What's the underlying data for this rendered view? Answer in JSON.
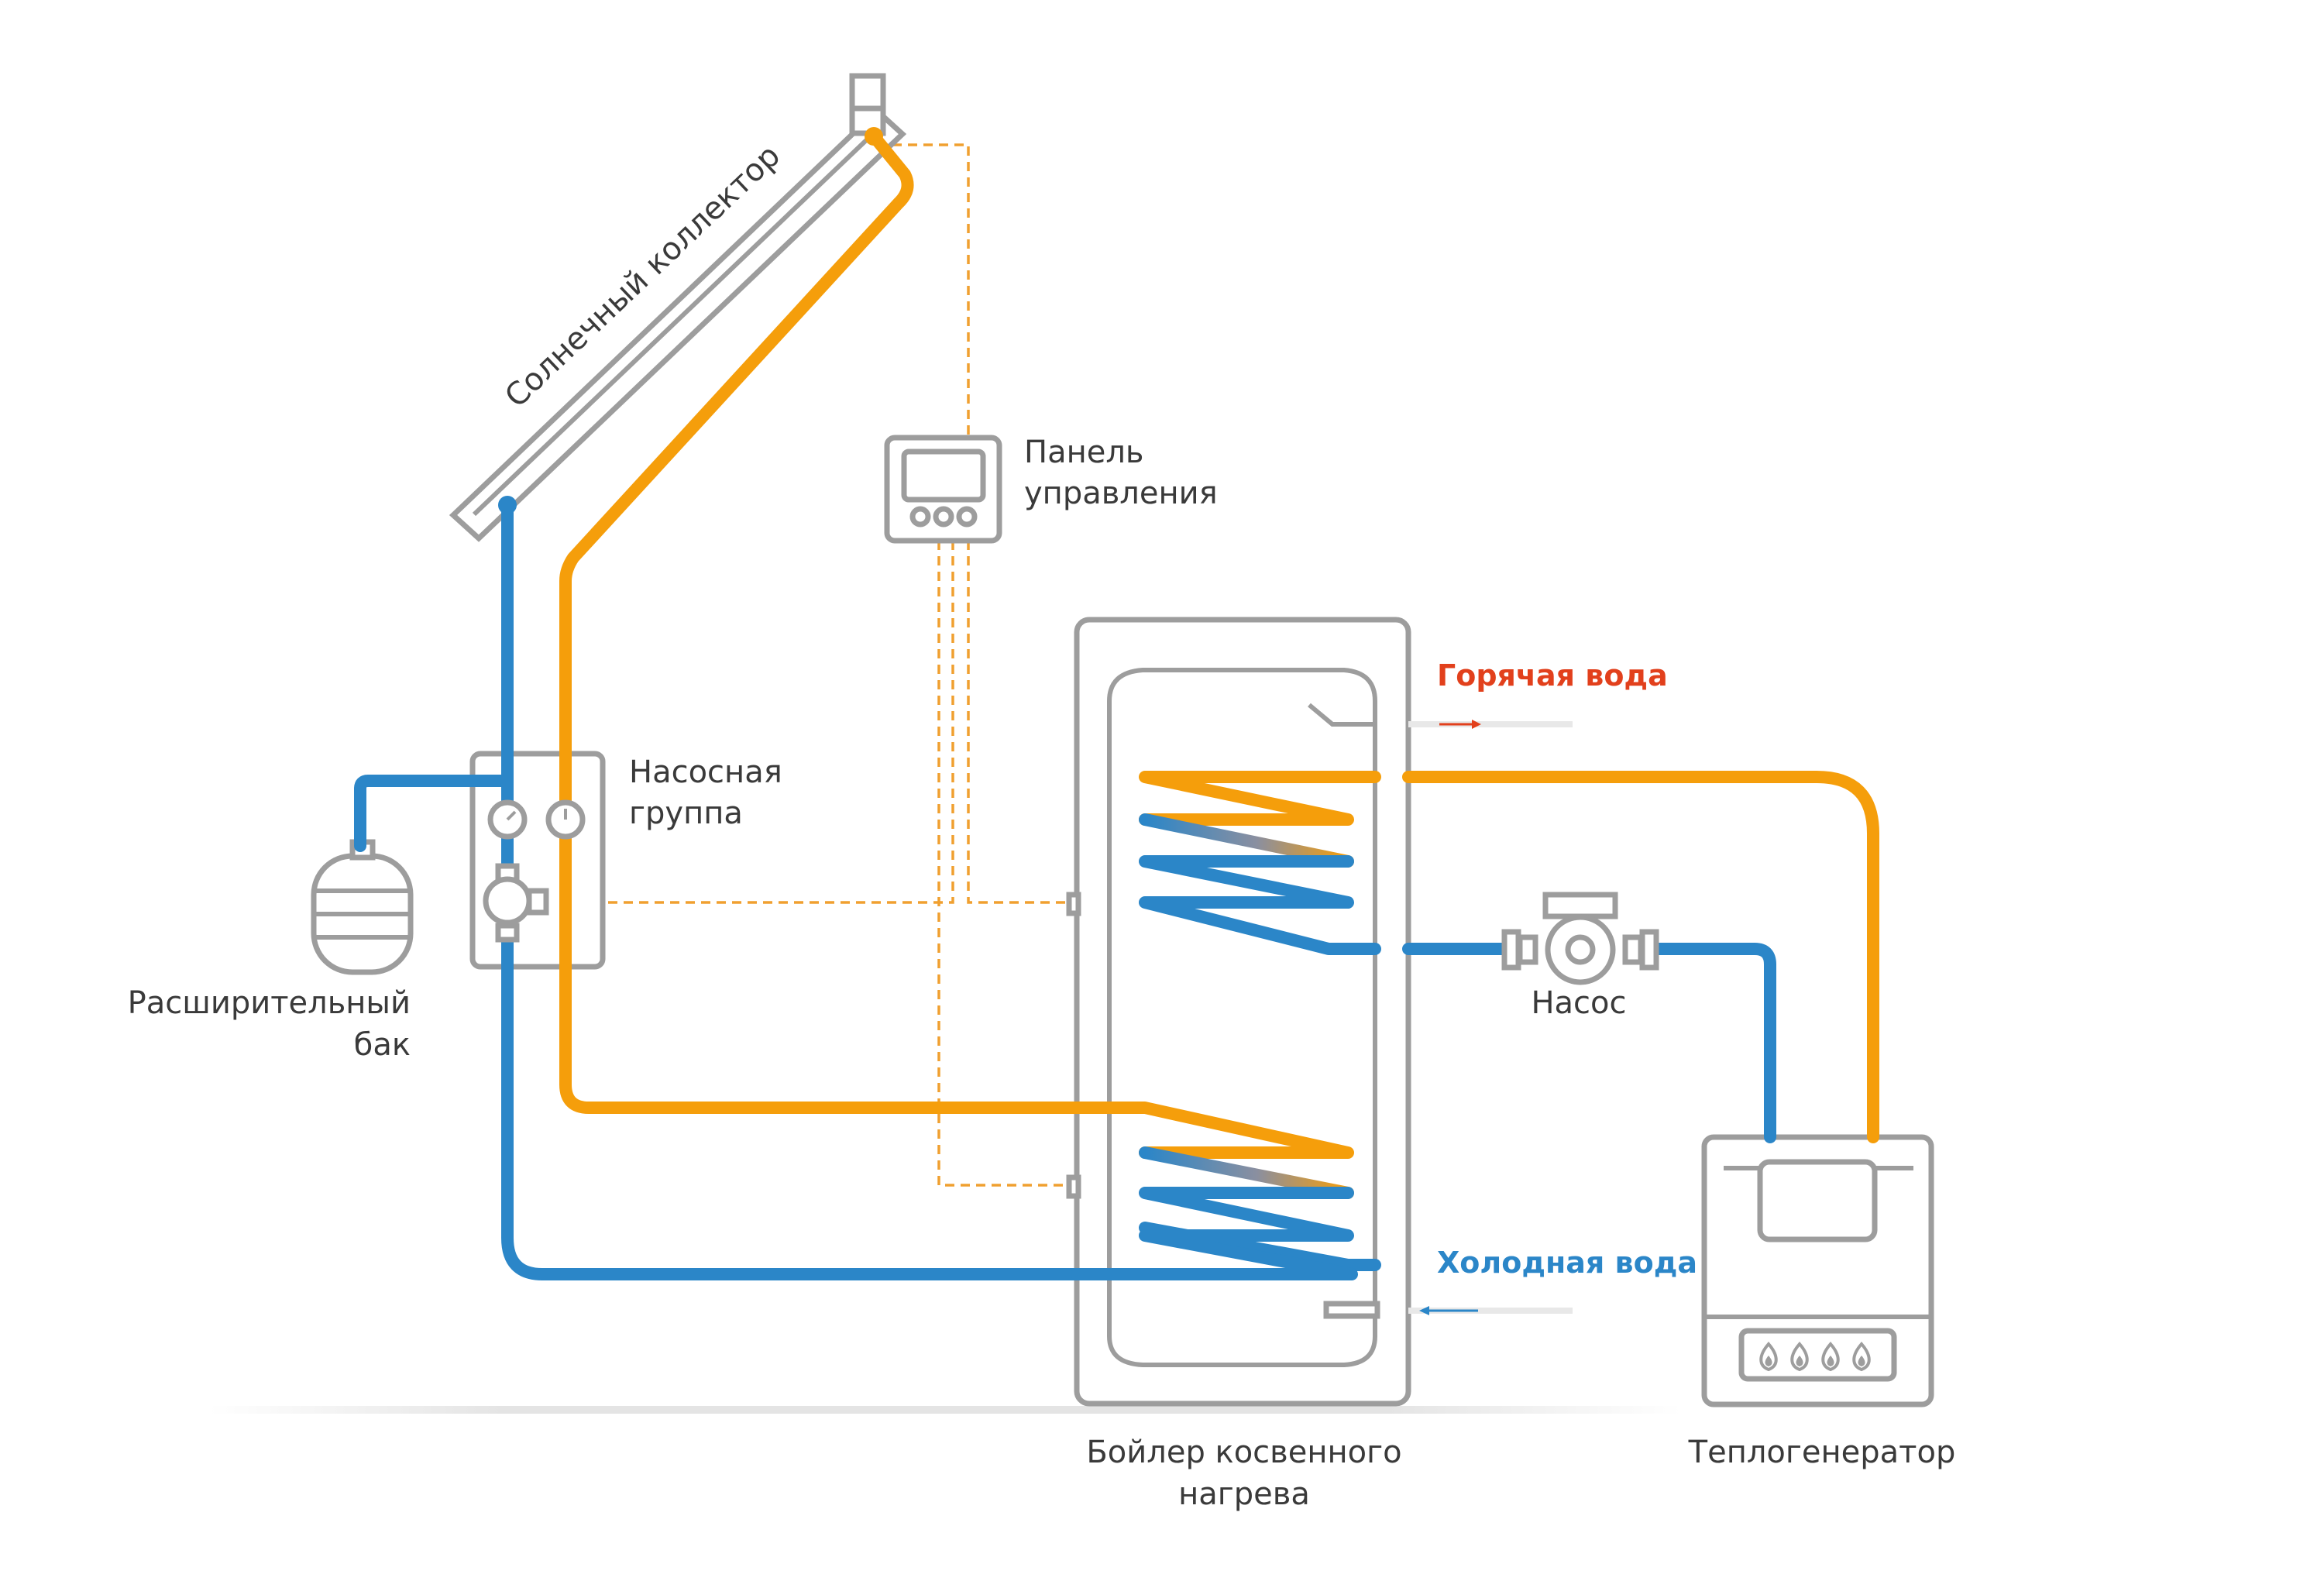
{
  "colors": {
    "cold": "#2b86c8",
    "hot": "#f59e0b",
    "outline": "#9d9d9d",
    "hot_label": "#e2401c",
    "cold_label": "#2b86c8",
    "wire": "#f0a030",
    "text": "#3a3a3a"
  },
  "labels": {
    "solar_collector": "Солнечный коллектор",
    "control_panel_line1": "Панель",
    "control_panel_line2": "управления",
    "pump_group_line1": "Насосная",
    "pump_group_line2": "группа",
    "expansion_tank_line1": "Расширительный",
    "expansion_tank_line2": "бак",
    "hot_water": "Горячая вода",
    "cold_water": "Холодная вода",
    "pump": "Насос",
    "boiler_line1": "Бойлер косвенного",
    "boiler_line2": "нагрева",
    "heat_generator": "Теплогенератор"
  },
  "icons": {
    "gauge_left": "pressure-gauge-icon",
    "gauge_right": "thermometer-icon",
    "flame": "flame-icon"
  }
}
